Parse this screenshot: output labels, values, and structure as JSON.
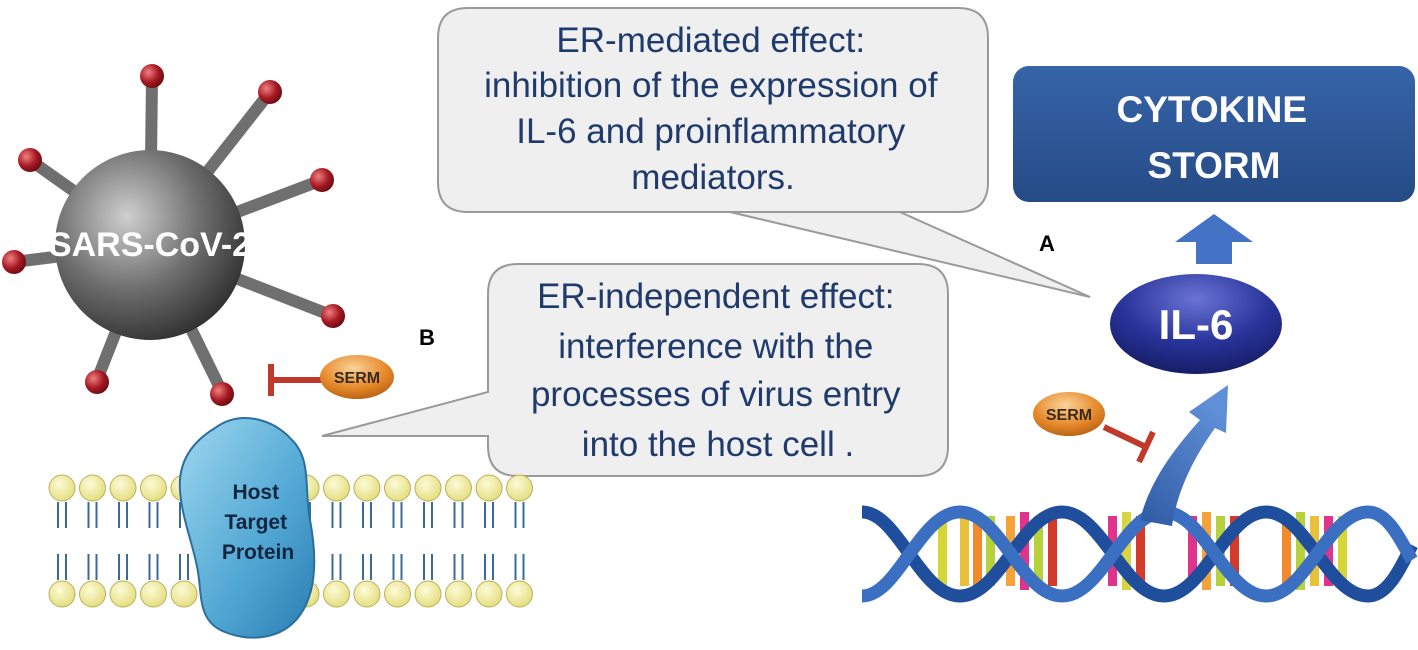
{
  "virus": {
    "label": "SARS-CoV-2"
  },
  "serm_left": {
    "label": "SERM"
  },
  "serm_right": {
    "label": "SERM"
  },
  "protein": {
    "lines": [
      "Host",
      "Target",
      "Protein"
    ]
  },
  "bubble_top": {
    "lines": [
      "ER-mediated effect:",
      "inhibition of the expression of",
      "IL-6 and proinflammatory",
      "mediators."
    ]
  },
  "bubble_mid": {
    "lines": [
      "ER-independent effect:",
      "interference with the",
      "processes of virus entry",
      "into the host cell ."
    ]
  },
  "cytokine_storm": {
    "lines": [
      "CYTOKINE",
      "STORM"
    ]
  },
  "il6": {
    "label": "IL-6"
  },
  "markers": {
    "a": "A",
    "b": "B"
  },
  "colors": {
    "storm_box": "#2b5697",
    "il6_ellipse": "#28339a",
    "arrow_blue": "#4472c4",
    "inhibitor_red": "#c0392b",
    "serm_orange": "#e6892a",
    "bubble_fill": "#efefef",
    "bubble_stroke": "#9a9a9a",
    "protein_fill": "#5fb5dc",
    "lipid_head": "#f2eea0",
    "dna_backbone": "#1f4f9c"
  }
}
